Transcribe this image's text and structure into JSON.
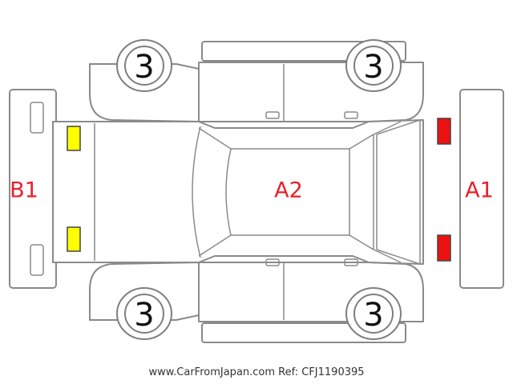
{
  "diagram": {
    "zones": {
      "front_bumper": "A1",
      "body": "A2",
      "rear_bumper": "B1",
      "label_color": "#e8202a"
    },
    "wheels": {
      "top_left": "3",
      "top_right": "3",
      "bottom_left": "3",
      "bottom_right": "3"
    },
    "markers": {
      "rear_color": "#ffff00",
      "front_color": "#ee1111"
    }
  },
  "footer": {
    "text": "www.CarFromJapan.com Ref: CFJ1190395"
  }
}
